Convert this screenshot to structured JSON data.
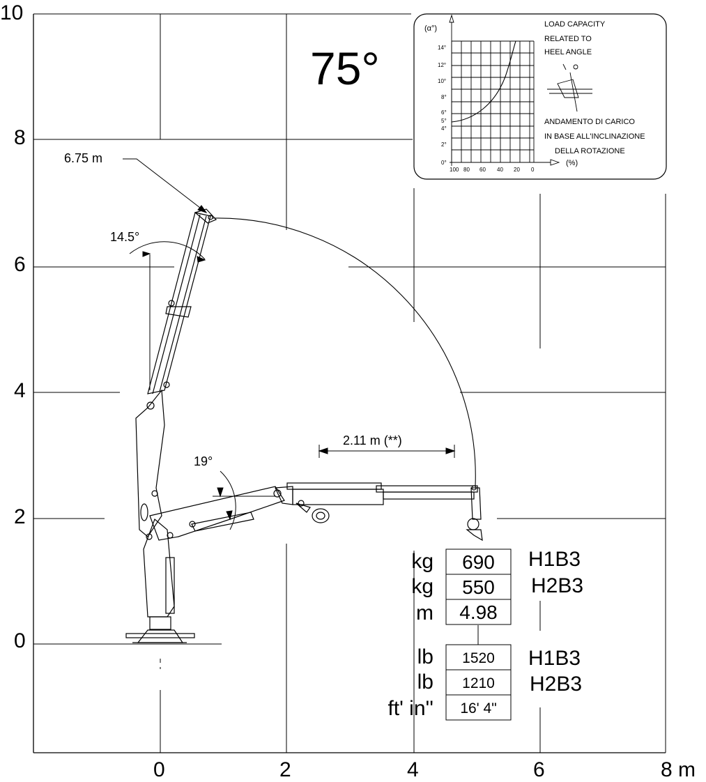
{
  "y_axis_ticks": [
    "10",
    "8",
    "6",
    "4",
    "2",
    "0"
  ],
  "x_axis_ticks": [
    "0",
    "2",
    "4",
    "6",
    "8 m"
  ],
  "angle_title": "75°",
  "dims": {
    "tip_height": "6.75 m",
    "tilt_angle": "14.5°",
    "arm_angle": "19°",
    "extension": "2.11 m  (**)"
  },
  "capacity_metric": {
    "rows": [
      {
        "unit": "kg",
        "value": "690",
        "config": "H1B3"
      },
      {
        "unit": "kg",
        "value": "550",
        "config": "H2B3"
      },
      {
        "unit": "m",
        "value": "4.98",
        "config": ""
      }
    ]
  },
  "capacity_imperial": {
    "rows": [
      {
        "unit": "lb",
        "value": "1520",
        "config": "H1B3"
      },
      {
        "unit": "lb",
        "value": "1210",
        "config": "H2B3"
      },
      {
        "unit": "ft' in''",
        "value": "16' 4\"",
        "config": ""
      }
    ]
  },
  "inset": {
    "y_symbol": "(α°)",
    "title_en": [
      "LOAD CAPACITY",
      "RELATED TO",
      "HEEL ANGLE"
    ],
    "title_it": [
      "ANDAMENTO DI CARICO",
      "IN BASE ALL'INCLINAZIONE",
      "DELLA ROTAZIONE"
    ],
    "y_ticks": [
      "14°",
      "12°",
      "10°",
      "8°",
      "6°",
      "5°",
      "4°",
      "2°",
      "0°"
    ],
    "x_ticks": [
      "100",
      "80",
      "60",
      "40",
      "20",
      "0"
    ],
    "x_unit": "(%)"
  }
}
